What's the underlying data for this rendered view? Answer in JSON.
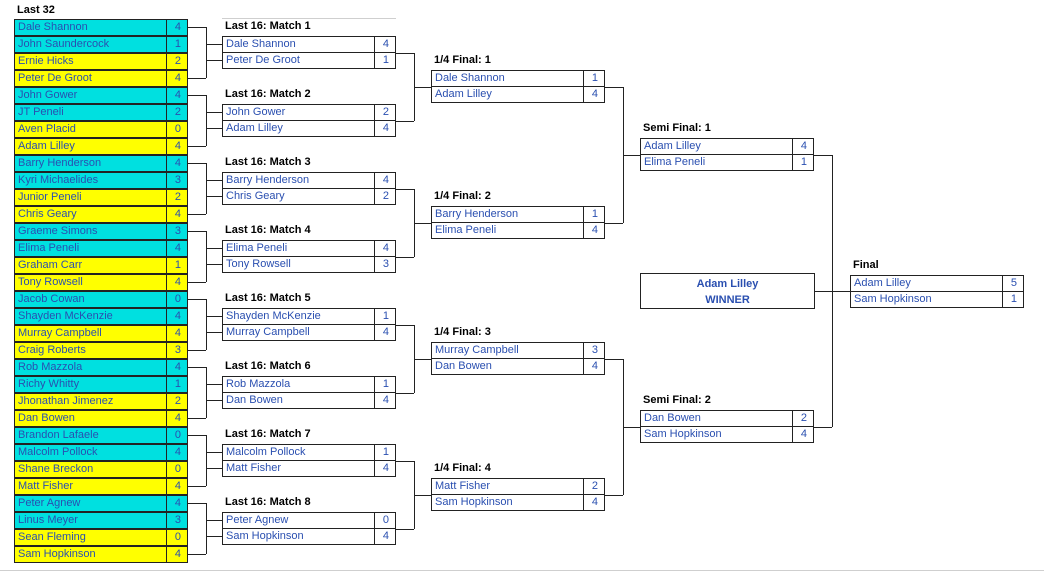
{
  "headers": {
    "last32": "Last 32",
    "l16": [
      "Last 16: Match 1",
      "Last 16: Match 2",
      "Last 16: Match 3",
      "Last 16: Match 4",
      "Last 16: Match 5",
      "Last 16: Match 6",
      "Last 16: Match 7",
      "Last 16: Match 8"
    ],
    "qf": [
      "1/4 Final: 1",
      "1/4 Final: 2",
      "1/4 Final: 3",
      "1/4 Final: 4"
    ],
    "sf": [
      "Semi Final: 1",
      "Semi Final: 2"
    ],
    "final": "Final"
  },
  "colors": {
    "cyan": "#00e0e0",
    "yellow": "#ffff00",
    "text": "#2a4fb0"
  },
  "last32": [
    {
      "name": "Dale Shannon",
      "score": "4",
      "color": "cyan"
    },
    {
      "name": "John Saundercock",
      "score": "1",
      "color": "cyan"
    },
    {
      "name": "Ernie Hicks",
      "score": "2",
      "color": "yellow"
    },
    {
      "name": "Peter De Groot",
      "score": "4",
      "color": "yellow"
    },
    {
      "name": "John Gower",
      "score": "4",
      "color": "cyan"
    },
    {
      "name": "JT Peneli",
      "score": "2",
      "color": "cyan"
    },
    {
      "name": "Aven Placid",
      "score": "0",
      "color": "yellow"
    },
    {
      "name": "Adam Lilley",
      "score": "4",
      "color": "yellow"
    },
    {
      "name": "Barry Henderson",
      "score": "4",
      "color": "cyan"
    },
    {
      "name": "Kyri Michaelides",
      "score": "3",
      "color": "cyan"
    },
    {
      "name": "Junior Peneli",
      "score": "2",
      "color": "yellow"
    },
    {
      "name": "Chris Geary",
      "score": "4",
      "color": "yellow"
    },
    {
      "name": "Graeme Simons",
      "score": "3",
      "color": "cyan"
    },
    {
      "name": "Elima Peneli",
      "score": "4",
      "color": "cyan"
    },
    {
      "name": "Graham Carr",
      "score": "1",
      "color": "yellow"
    },
    {
      "name": "Tony Rowsell",
      "score": "4",
      "color": "yellow"
    },
    {
      "name": "Jacob Cowan",
      "score": "0",
      "color": "cyan"
    },
    {
      "name": "Shayden McKenzie",
      "score": "4",
      "color": "cyan"
    },
    {
      "name": "Murray Campbell",
      "score": "4",
      "color": "yellow"
    },
    {
      "name": "Craig Roberts",
      "score": "3",
      "color": "yellow"
    },
    {
      "name": "Rob Mazzola",
      "score": "4",
      "color": "cyan"
    },
    {
      "name": "Richy Whitty",
      "score": "1",
      "color": "cyan"
    },
    {
      "name": "Jhonathan Jimenez",
      "score": "2",
      "color": "yellow"
    },
    {
      "name": "Dan Bowen",
      "score": "4",
      "color": "yellow"
    },
    {
      "name": "Brandon Lafaele",
      "score": "0",
      "color": "cyan"
    },
    {
      "name": "Malcolm Pollock",
      "score": "4",
      "color": "cyan"
    },
    {
      "name": "Shane Breckon",
      "score": "0",
      "color": "yellow"
    },
    {
      "name": "Matt Fisher",
      "score": "4",
      "color": "yellow"
    },
    {
      "name": "Peter Agnew",
      "score": "4",
      "color": "cyan"
    },
    {
      "name": "Linus Meyer",
      "score": "3",
      "color": "cyan"
    },
    {
      "name": "Sean Fleming",
      "score": "0",
      "color": "yellow"
    },
    {
      "name": "Sam Hopkinson",
      "score": "4",
      "color": "yellow"
    }
  ],
  "last16": [
    {
      "p1": {
        "name": "Dale Shannon",
        "score": "4"
      },
      "p2": {
        "name": "Peter De Groot",
        "score": "1"
      }
    },
    {
      "p1": {
        "name": "John Gower",
        "score": "2"
      },
      "p2": {
        "name": "Adam Lilley",
        "score": "4"
      }
    },
    {
      "p1": {
        "name": "Barry Henderson",
        "score": "4"
      },
      "p2": {
        "name": "Chris Geary",
        "score": "2"
      }
    },
    {
      "p1": {
        "name": "Elima Peneli",
        "score": "4"
      },
      "p2": {
        "name": "Tony Rowsell",
        "score": "3"
      }
    },
    {
      "p1": {
        "name": "Shayden McKenzie",
        "score": "1"
      },
      "p2": {
        "name": "Murray Campbell",
        "score": "4"
      }
    },
    {
      "p1": {
        "name": "Rob Mazzola",
        "score": "1"
      },
      "p2": {
        "name": "Dan Bowen",
        "score": "4"
      }
    },
    {
      "p1": {
        "name": "Malcolm Pollock",
        "score": "1"
      },
      "p2": {
        "name": "Matt Fisher",
        "score": "4"
      }
    },
    {
      "p1": {
        "name": "Peter Agnew",
        "score": "0"
      },
      "p2": {
        "name": "Sam Hopkinson",
        "score": "4"
      }
    }
  ],
  "quarter": [
    {
      "p1": {
        "name": "Dale Shannon",
        "score": "1"
      },
      "p2": {
        "name": "Adam Lilley",
        "score": "4"
      }
    },
    {
      "p1": {
        "name": "Barry Henderson",
        "score": "1"
      },
      "p2": {
        "name": "Elima Peneli",
        "score": "4"
      }
    },
    {
      "p1": {
        "name": "Murray Campbell",
        "score": "3"
      },
      "p2": {
        "name": "Dan Bowen",
        "score": "4"
      }
    },
    {
      "p1": {
        "name": "Matt Fisher",
        "score": "2"
      },
      "p2": {
        "name": "Sam Hopkinson",
        "score": "4"
      }
    }
  ],
  "semi": [
    {
      "p1": {
        "name": "Adam Lilley",
        "score": "4"
      },
      "p2": {
        "name": "Elima Peneli",
        "score": "1"
      }
    },
    {
      "p1": {
        "name": "Dan Bowen",
        "score": "2"
      },
      "p2": {
        "name": "Sam Hopkinson",
        "score": "4"
      }
    }
  ],
  "final": {
    "p1": {
      "name": "Adam Lilley",
      "score": "5"
    },
    "p2": {
      "name": "Sam Hopkinson",
      "score": "1"
    }
  },
  "winner": {
    "name": "Adam Lilley",
    "label": "WINNER"
  }
}
